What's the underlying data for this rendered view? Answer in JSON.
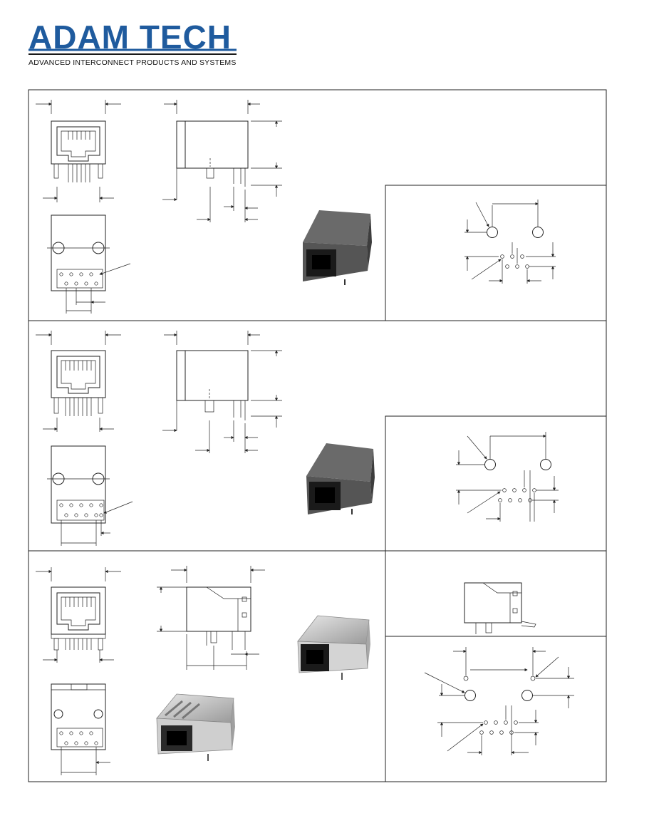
{
  "header": {
    "brand": "ADAM TECH",
    "tagline": "ADVANCED INTERCONNECT PRODUCTS AND SYSTEMS",
    "brand_color": "#1f5b9e"
  },
  "sections": [
    {
      "name": "section-1",
      "views": [
        "front-view",
        "side-view",
        "bottom-view",
        "product-photo",
        "pcb-layout"
      ]
    },
    {
      "name": "section-2",
      "views": [
        "front-view",
        "side-view",
        "bottom-view",
        "product-photo",
        "pcb-layout"
      ]
    },
    {
      "name": "section-3",
      "views": [
        "front-view",
        "side-view",
        "bottom-view",
        "product-photo",
        "product-photo-shielded",
        "panel-view",
        "pcb-layout"
      ]
    }
  ]
}
